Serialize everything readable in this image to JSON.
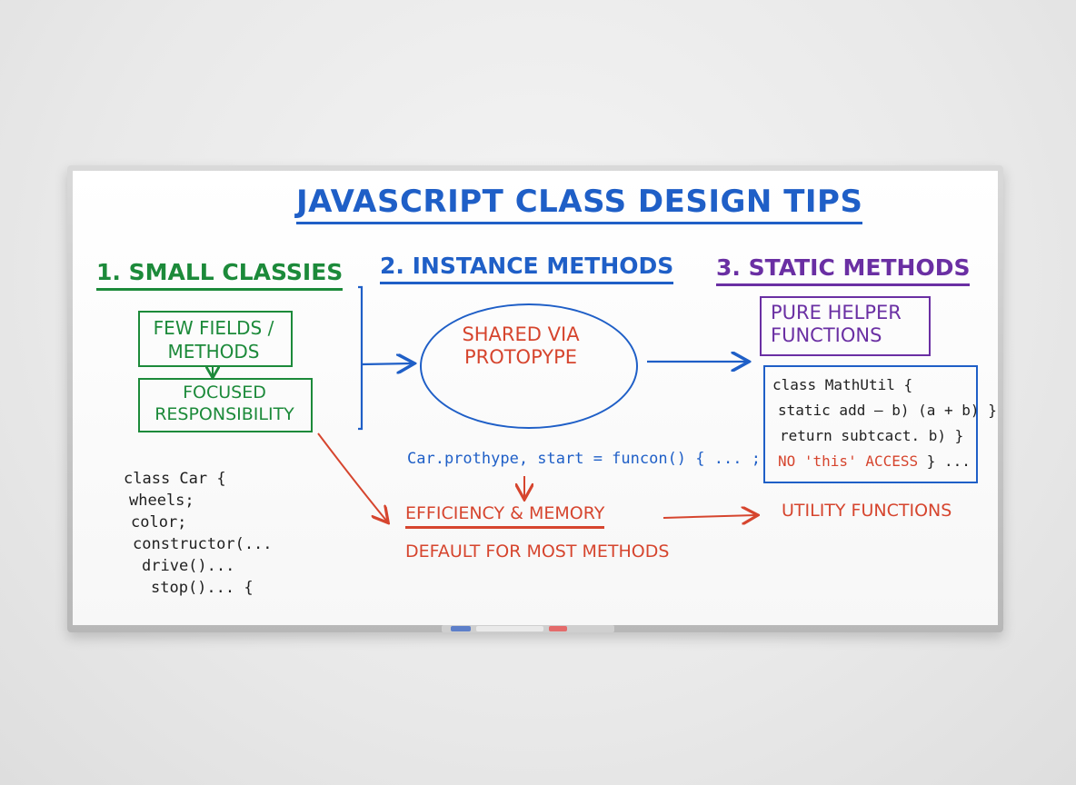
{
  "title": "JAVASCRIPT CLASS DESIGN TIPS",
  "section1": {
    "heading": "1. SMALL CLASSIES",
    "box_top": "FEW FIELDS / METHODS",
    "box_bottom": "FOCUSED RESPONSIBILITY",
    "code_lines": [
      "class Car {",
      "wheels;",
      "color;",
      "constructor(...",
      "drive()...",
      "stop()... {"
    ]
  },
  "section2": {
    "heading": "2. INSTANCE METHODS",
    "ellipse_text": "SHARED VIA PROTOPYPE",
    "prototype_line": "Car.prothype, start = funcon() { ... ;",
    "efficiency": "EFFICIENCY & MEMORY",
    "default": "DEFAULT FOR MOST METHODS"
  },
  "section3": {
    "heading": "3. STATIC METHODS",
    "box_text": "PURE HELPER FUNCTIONS",
    "code_lines": [
      "class MathUtil {",
      "static add – b) (a + b) }",
      "return subtcact. b) }"
    ],
    "no_this": "NO 'this' ACCESS",
    "no_this_suffix": "} ...",
    "utility": "UTILITY FUNCTIONS"
  },
  "colors": {
    "blue": "#1f5fc7",
    "green": "#1c8a3a",
    "purple": "#6a2fa3",
    "red": "#d6452e",
    "dark": "#1f1f1f"
  }
}
